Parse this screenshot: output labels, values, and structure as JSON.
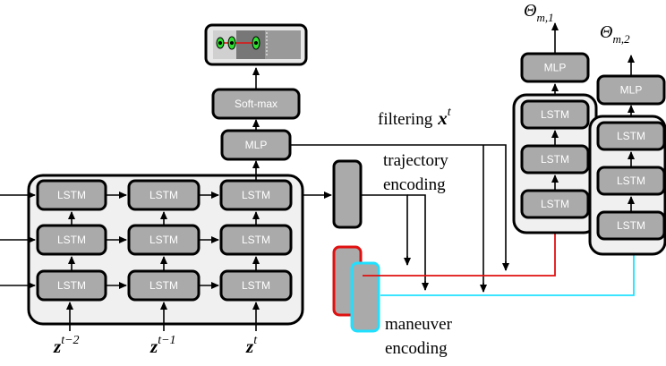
{
  "blocks": {
    "lstm": "LSTM",
    "mlp": "MLP",
    "softmax": "Soft-max"
  },
  "labels": {
    "filtering": "filtering",
    "filtering_var": "x",
    "filtering_sup": "t",
    "trajectory_line1": "trajectory",
    "trajectory_line2": "encoding",
    "maneuver_line1": "maneuver",
    "maneuver_line2": "encoding"
  },
  "inputs": {
    "var": "z",
    "sup_1": "t−2",
    "sup_2": "t−1",
    "sup_3": "t"
  },
  "outputs": {
    "theta": "Θ",
    "sub_1": "m,1",
    "sub_2": "m,2"
  },
  "colors": {
    "block_fill": "#aaaaaa",
    "panel_fill": "#f0f0f0",
    "red": "#e01010",
    "cyan": "#20e0ff",
    "green": "#30e030"
  }
}
